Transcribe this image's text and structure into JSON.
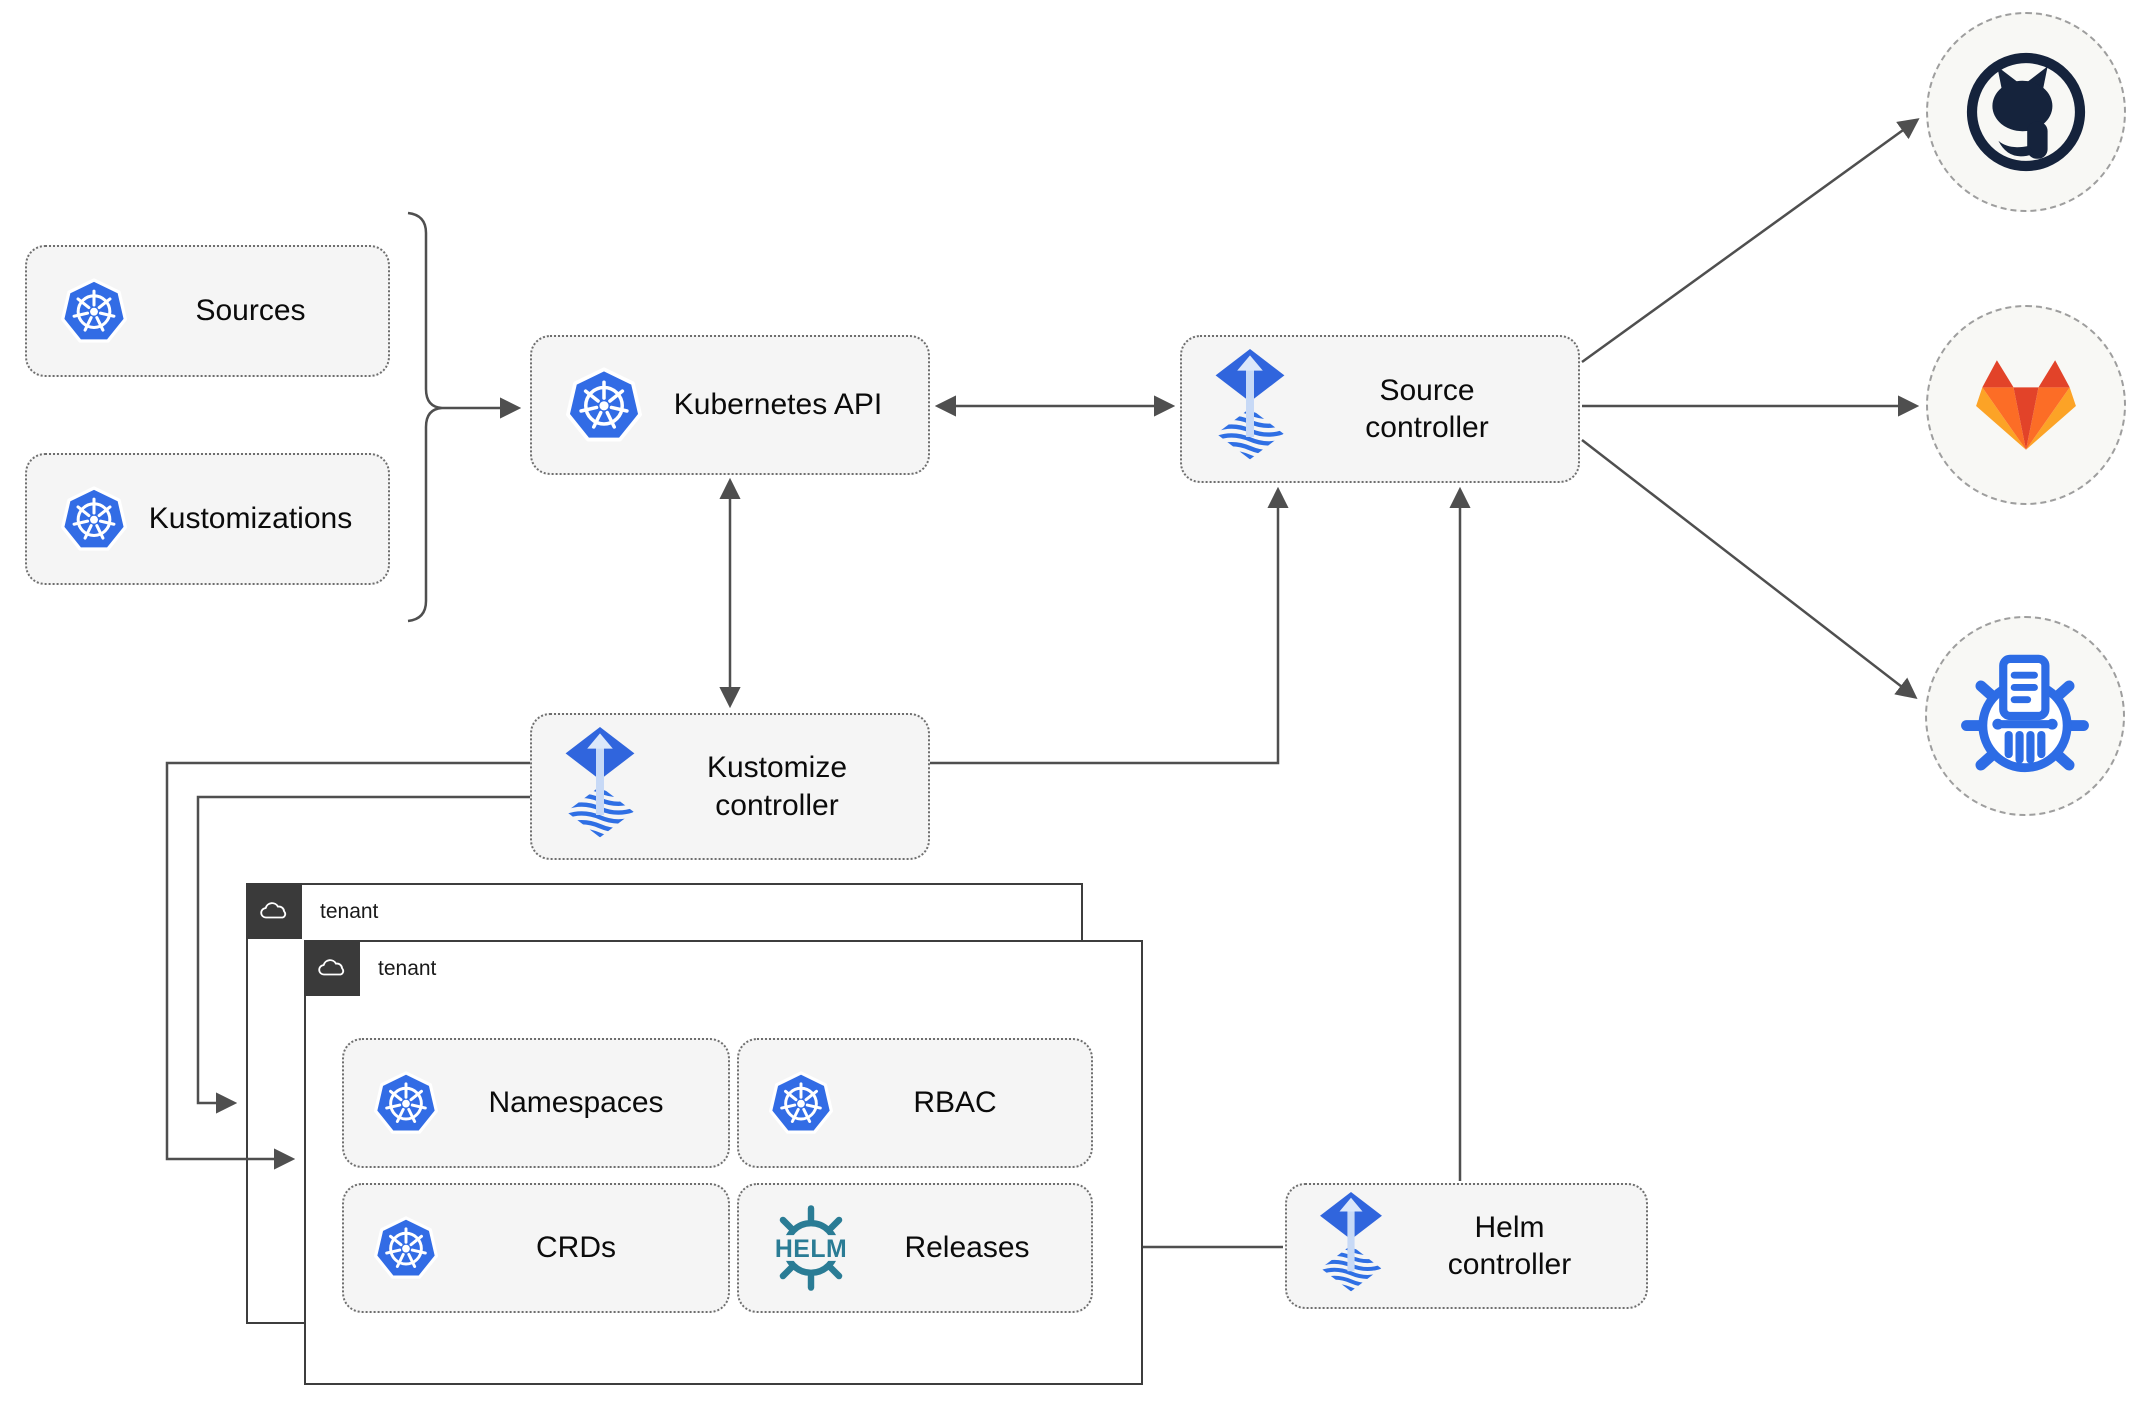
{
  "diagram": {
    "nodes": {
      "sources": {
        "label": "Sources",
        "icon": "kubernetes"
      },
      "kustomizations": {
        "label": "Kustomizations",
        "icon": "kubernetes"
      },
      "kubernetes_api": {
        "label": "Kubernetes API",
        "icon": "kubernetes"
      },
      "source_controller": {
        "label": "Source\ncontroller",
        "icon": "flux"
      },
      "kustomize_controller": {
        "label": "Kustomize\ncontroller",
        "icon": "flux"
      },
      "helm_controller": {
        "label": "Helm\ncontroller",
        "icon": "flux"
      },
      "tenant_back": {
        "label": "tenant",
        "icon": "cloud"
      },
      "tenant_front": {
        "label": "tenant",
        "icon": "cloud"
      },
      "namespaces": {
        "label": "Namespaces",
        "icon": "kubernetes"
      },
      "rbac": {
        "label": "RBAC",
        "icon": "kubernetes"
      },
      "crds": {
        "label": "CRDs",
        "icon": "kubernetes"
      },
      "releases": {
        "label": "Releases",
        "icon": "helm"
      },
      "github": {
        "icon": "github"
      },
      "gitlab": {
        "icon": "gitlab"
      },
      "helm_repository": {
        "icon": "chartmuseum"
      }
    },
    "helm_logo_text": "HELM",
    "edges": [
      {
        "from": "sources/kustomizations",
        "to": "kubernetes_api",
        "type": "arrow"
      },
      {
        "from": "kubernetes_api",
        "to": "source_controller",
        "type": "double-arrow"
      },
      {
        "from": "kubernetes_api",
        "to": "kustomize_controller",
        "type": "double-arrow"
      },
      {
        "from": "kustomize_controller",
        "to": "source_controller",
        "type": "arrow"
      },
      {
        "from": "kustomize_controller",
        "to": "tenant_front",
        "type": "arrow"
      },
      {
        "from": "kustomize_controller",
        "to": "tenant_back",
        "type": "arrow"
      },
      {
        "from": "helm_controller",
        "to": "source_controller",
        "type": "arrow"
      },
      {
        "from": "helm_controller",
        "to": "releases",
        "type": "arrow"
      },
      {
        "from": "source_controller",
        "to": "github",
        "type": "arrow"
      },
      {
        "from": "source_controller",
        "to": "gitlab",
        "type": "arrow"
      },
      {
        "from": "source_controller",
        "to": "helm_repository",
        "type": "arrow"
      }
    ],
    "colors": {
      "kubernetes_blue": "#326ce5",
      "flux_blue": "#3065dd",
      "flux_stripe_blue": "#2f6fe4",
      "helm_teal": "#2a7c95",
      "github_dark": "#15233c",
      "gitlab_red_orange": "#e24329",
      "gitlab_mid_orange": "#fc6d26",
      "gitlab_light_orange": "#fca326",
      "chartmuseum_blue": "#2d6ce5",
      "node_fill": "#f5f5f5",
      "line_gray": "#4f4f4f"
    }
  }
}
